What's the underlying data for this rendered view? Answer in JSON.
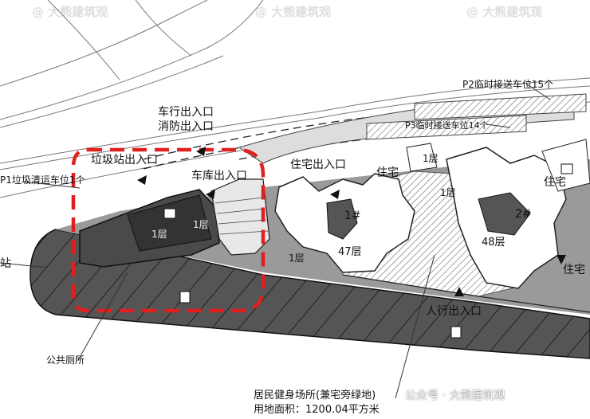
{
  "map": {
    "labels": {
      "p2_parking": "P2临时接送车位15个",
      "vehicle_fire_entrance_1": "车行出入口",
      "vehicle_fire_entrance_2": "消防出入口",
      "p3_parking": "P3临时接送车位14个",
      "garbage_station_entrance": "垃圾站出入口",
      "garage_entrance": "车库出入口",
      "residential_entrance": "住宅出入口",
      "residential_left": "住宅",
      "residential_right": "住宅",
      "p1_parking": "P1垃圾清运车位1个",
      "floor_1_a": "1层",
      "floor_1_b": "1层",
      "floor_1_c": "1层",
      "floor_1_d": "1层",
      "floor_1_e": "1层",
      "building_1": "1#",
      "building_2": "2#",
      "floors_47": "47层",
      "floors_48": "48层",
      "station_partial": "站",
      "pedestrian_entrance": "人行出入口",
      "residential_partial": "住宅",
      "public_toilet": "公共厕所",
      "fitness_line1": "居民健身场所(兼宅旁绿地)",
      "fitness_line2": "用地面积：1200.04平方米",
      "wechat_brand": "公众号 · 大熊建筑观",
      "watermark": "@ 大熊建筑观"
    }
  }
}
